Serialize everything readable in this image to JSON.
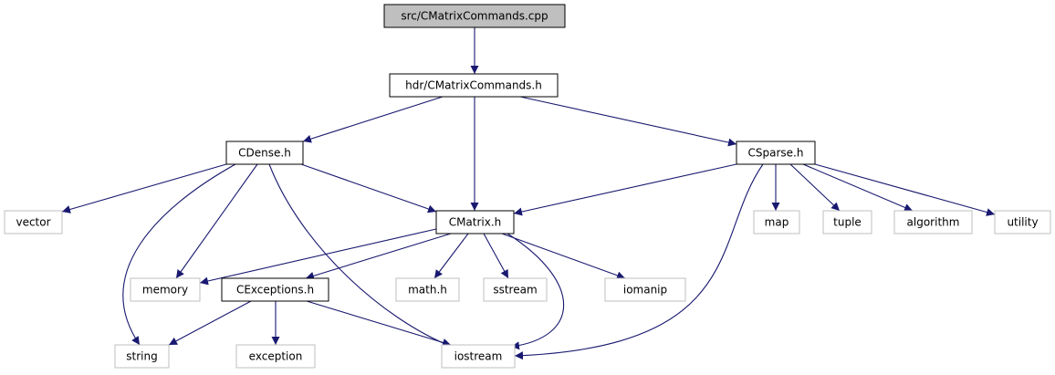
{
  "diagram": {
    "type": "include-dependency-graph",
    "colors": {
      "edge": "#191970",
      "root_fill": "#bfbfbf",
      "local_border": "#000000",
      "system_border": "#bfbfbf",
      "node_fill": "#ffffff"
    },
    "nodes": [
      {
        "id": "cmc_cpp",
        "label": "src/CMatrixCommands.cpp",
        "kind": "root"
      },
      {
        "id": "cmc_h",
        "label": "hdr/CMatrixCommands.h",
        "kind": "local"
      },
      {
        "id": "cdense",
        "label": "CDense.h",
        "kind": "local"
      },
      {
        "id": "csparse",
        "label": "CSparse.h",
        "kind": "local"
      },
      {
        "id": "cmatrix",
        "label": "CMatrix.h",
        "kind": "local"
      },
      {
        "id": "cexceptions",
        "label": "CExceptions.h",
        "kind": "local"
      },
      {
        "id": "vector",
        "label": "vector",
        "kind": "system"
      },
      {
        "id": "memory",
        "label": "memory",
        "kind": "system"
      },
      {
        "id": "math",
        "label": "math.h",
        "kind": "system"
      },
      {
        "id": "sstream",
        "label": "sstream",
        "kind": "system"
      },
      {
        "id": "iomanip",
        "label": "iomanip",
        "kind": "system"
      },
      {
        "id": "map",
        "label": "map",
        "kind": "system"
      },
      {
        "id": "tuple",
        "label": "tuple",
        "kind": "system"
      },
      {
        "id": "algorithm",
        "label": "algorithm",
        "kind": "system"
      },
      {
        "id": "utility",
        "label": "utility",
        "kind": "system"
      },
      {
        "id": "string",
        "label": "string",
        "kind": "system"
      },
      {
        "id": "exception",
        "label": "exception",
        "kind": "system"
      },
      {
        "id": "iostream",
        "label": "iostream",
        "kind": "system"
      }
    ],
    "edges": [
      {
        "from": "cmc_cpp",
        "to": "cmc_h"
      },
      {
        "from": "cmc_h",
        "to": "cdense"
      },
      {
        "from": "cmc_h",
        "to": "cmatrix"
      },
      {
        "from": "cmc_h",
        "to": "csparse"
      },
      {
        "from": "cdense",
        "to": "vector"
      },
      {
        "from": "cdense",
        "to": "cmatrix"
      },
      {
        "from": "cdense",
        "to": "memory"
      },
      {
        "from": "cdense",
        "to": "string"
      },
      {
        "from": "cdense",
        "to": "iostream"
      },
      {
        "from": "csparse",
        "to": "cmatrix"
      },
      {
        "from": "csparse",
        "to": "map"
      },
      {
        "from": "csparse",
        "to": "tuple"
      },
      {
        "from": "csparse",
        "to": "algorithm"
      },
      {
        "from": "csparse",
        "to": "utility"
      },
      {
        "from": "csparse",
        "to": "iostream"
      },
      {
        "from": "cmatrix",
        "to": "memory"
      },
      {
        "from": "cmatrix",
        "to": "cexceptions"
      },
      {
        "from": "cmatrix",
        "to": "math"
      },
      {
        "from": "cmatrix",
        "to": "sstream"
      },
      {
        "from": "cmatrix",
        "to": "iomanip"
      },
      {
        "from": "cmatrix",
        "to": "iostream"
      },
      {
        "from": "cexceptions",
        "to": "string"
      },
      {
        "from": "cexceptions",
        "to": "exception"
      },
      {
        "from": "cexceptions",
        "to": "iostream"
      }
    ]
  }
}
